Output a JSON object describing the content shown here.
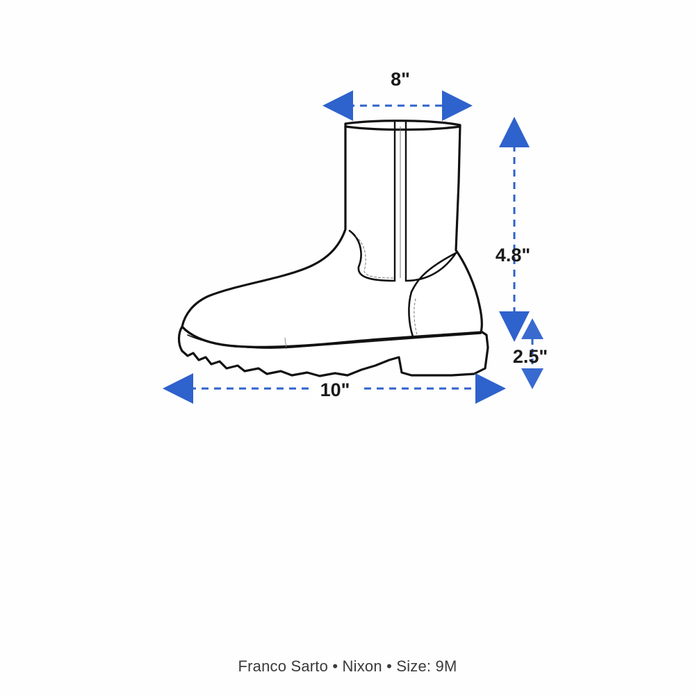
{
  "measurements": {
    "shaft_width": "8\"",
    "shaft_height": "4.8\"",
    "heel_height": "2.5\"",
    "length": "10\""
  },
  "caption": "Franco Sarto • Nixon • Size: 9M",
  "colors": {
    "arrow": "#2e62cc",
    "outline": "#111111",
    "text": "#1a1a1a"
  },
  "icons": [
    "boot-outline-icon",
    "arrow-icon"
  ]
}
